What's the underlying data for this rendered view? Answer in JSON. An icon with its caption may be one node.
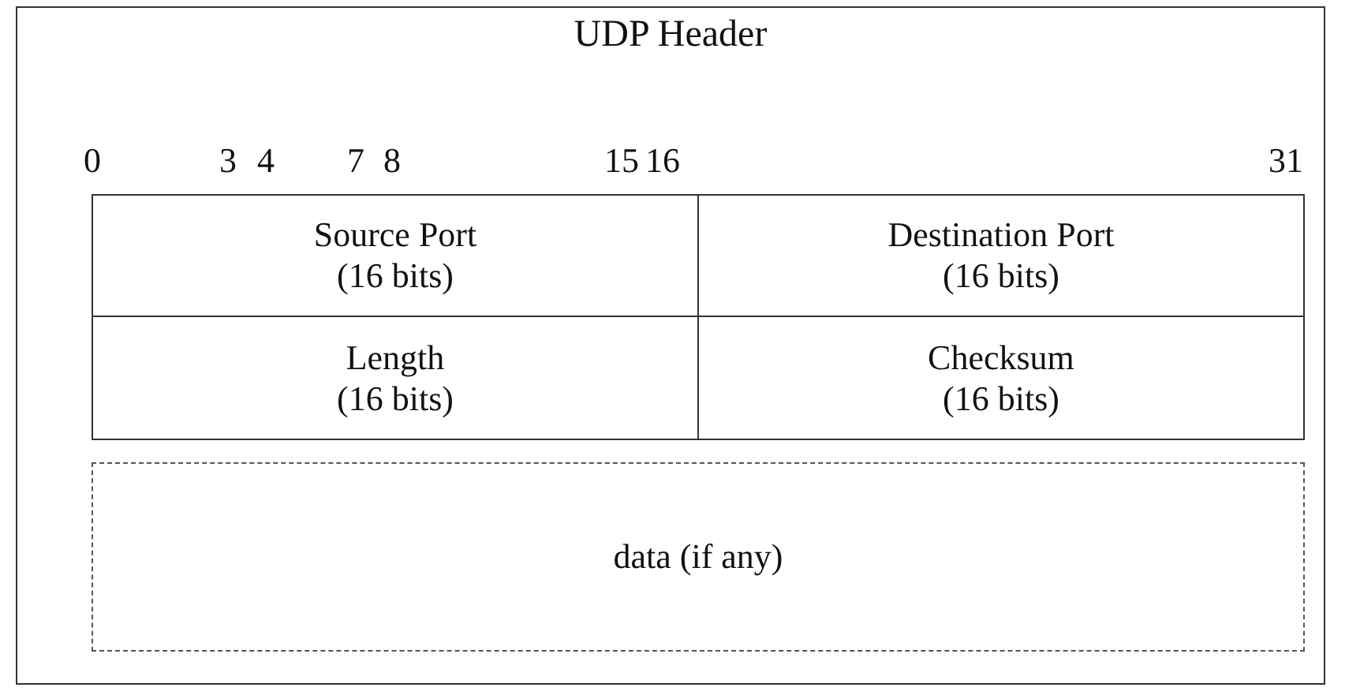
{
  "diagram": {
    "title": "UDP Header",
    "nodes": [
      {
        "text": [
          "Source Port",
          "(16 bits)"
        ]
      },
      {
        "text": [
          "Destination Port",
          "(16 bits)"
        ]
      },
      {
        "text": [
          "Length",
          "(16 bits)"
        ]
      },
      {
        "text": [
          "Checksum",
          "(16 bits)"
        ]
      },
      {
        "text": [
          "data (if any)"
        ]
      }
    ],
    "labels": [
      "0",
      "3",
      "4",
      "7",
      "8",
      "15",
      "16",
      "31"
    ]
  }
}
